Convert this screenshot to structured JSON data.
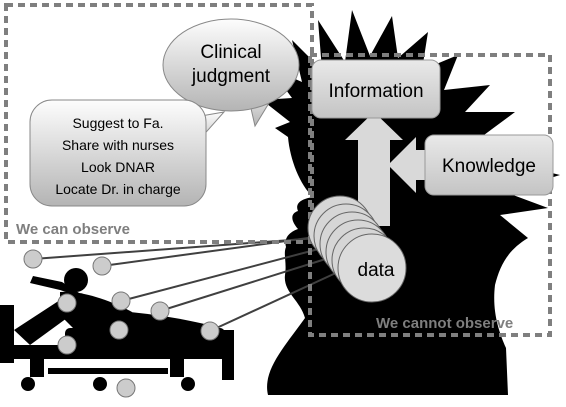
{
  "bubbles": {
    "clinical_judgment": [
      "Clinical",
      "judgment"
    ],
    "actions": [
      "Suggest to Fa.",
      "Share with nurses",
      "Look DNAR",
      "Locate Dr. in charge"
    ]
  },
  "boxes": {
    "information": "Information",
    "knowledge": "Knowledge",
    "data": "data"
  },
  "regions": {
    "observable_label": "We can observe",
    "unobservable_label": "We cannot observe"
  },
  "colors": {
    "silhouette": "#000000",
    "box_fill": "#d9d9d9",
    "dashed_frame": "#7f7f7f",
    "label_text": "#7f7f7f",
    "arrow_fill": "#d9d9d9",
    "observation_lines": "#404040"
  }
}
